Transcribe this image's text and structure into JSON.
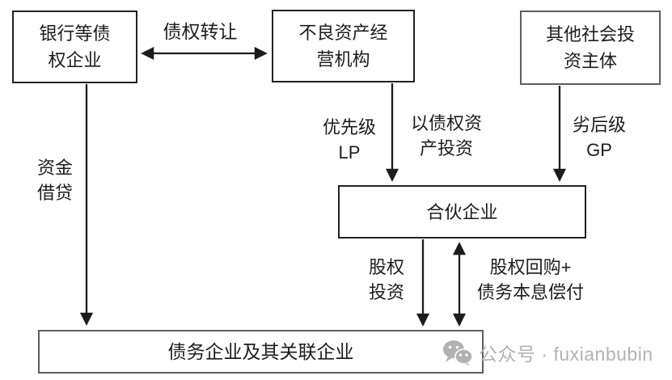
{
  "diagram": {
    "boxes": {
      "creditor": "银行等债\n权企业",
      "npa": "不良资产经\n营机构",
      "investor": "其他社会投\n资主体",
      "partnership": "合伙企业",
      "debtor": "债务企业及其关联企业"
    },
    "edges": {
      "debt_transfer": "债权转让",
      "capital_lending": "资金\n借贷",
      "senior_lp": "优先级\nLP",
      "debt_asset_invest": "以债权资\n产投资",
      "junior_gp": "劣后级\nGP",
      "equity_invest": "股权\n投资",
      "repurchase": "股权回购+\n债务本息偿付"
    }
  },
  "watermark": {
    "icon": "wechat-icon",
    "text": "公众号 · fuxianbubin",
    "color": "#b2b2b2"
  },
  "colors": {
    "background": "#ffffff",
    "line": "#1c1c1c",
    "box_border": "#3a3a3a",
    "text": "#1c1c1c"
  }
}
